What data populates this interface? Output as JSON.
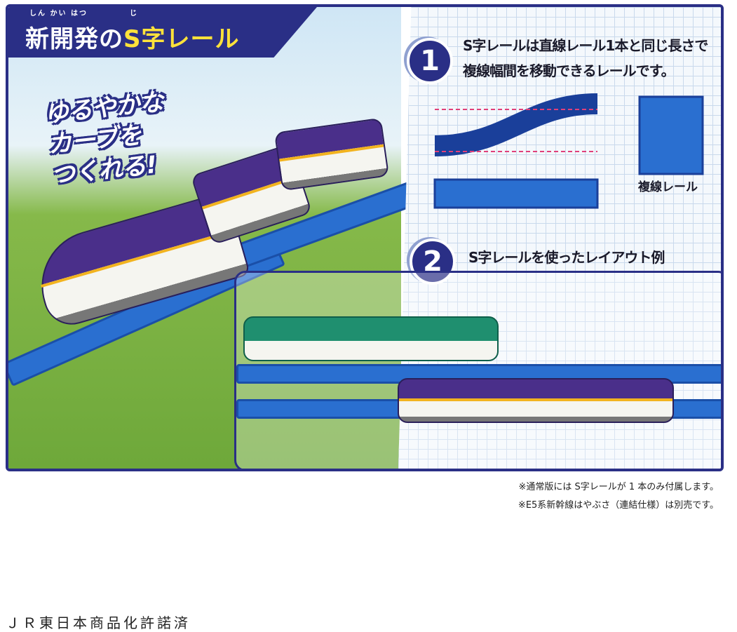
{
  "banner": {
    "title_part1": "新開発の",
    "title_part2": "S字レール",
    "ruby": "しん かい はつ　　　　　じ"
  },
  "callout": {
    "line1": "ゆるやかな",
    "line2": "カーブを",
    "line3": "つくれる!"
  },
  "point1": {
    "number": "1",
    "line1": "S字レールは直線レール1本と同じ長さで",
    "line2": "複線幅間を移動できるレールです。",
    "rail_label": "複線レール"
  },
  "point2": {
    "number": "2",
    "title": "S字レールを使ったレイアウト例"
  },
  "notes": [
    "※通常版には S字レールが 1 本のみ付属します。",
    "※E5系新幹線はやぶさ（連結仕様）は別売です。"
  ],
  "footer": "ＪＲ東日本商品化許諾済",
  "colors": {
    "navy": "#2a2f86",
    "yellow": "#ffe23a",
    "rail_blue": "#2a6fd0"
  }
}
